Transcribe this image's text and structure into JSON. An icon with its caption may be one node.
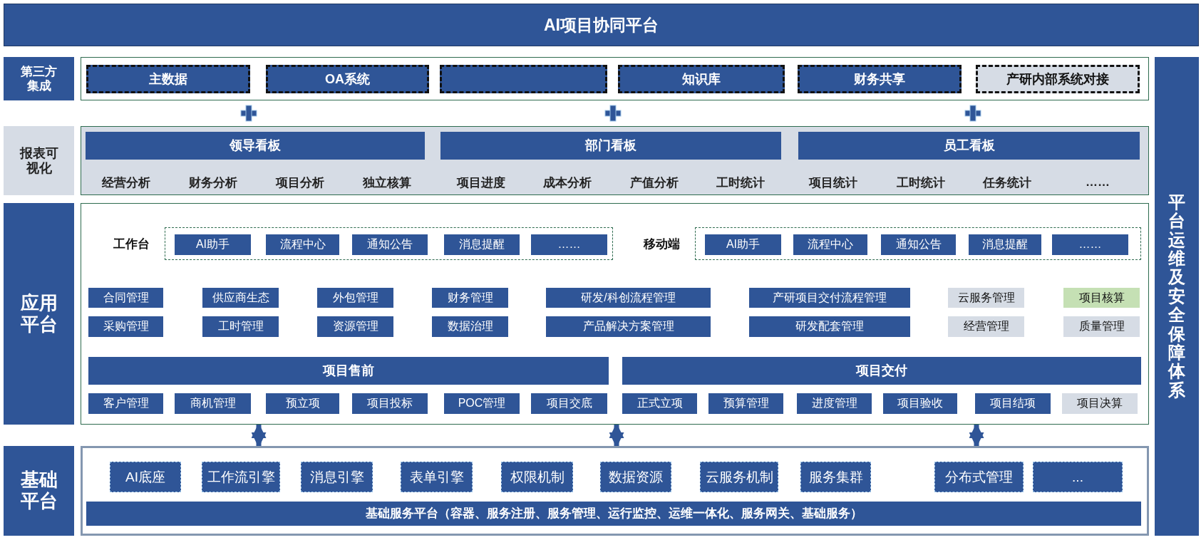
{
  "diagram": {
    "title": "AI项目协同平台",
    "nodes": [
      {
        "text": [
          "第三方集成"
        ]
      },
      {
        "text": [],
        "shape": "box"
      },
      {
        "text": [
          "主数据"
        ],
        "in": 1
      },
      {
        "text": [
          "OA系统"
        ],
        "in": 1
      },
      {
        "text": [],
        "shape": "box",
        "in": 1
      },
      {
        "text": [
          "知识库"
        ],
        "in": 1
      },
      {
        "text": [
          "财务共享"
        ],
        "in": 1
      },
      {
        "text": [
          "产研内部系统对接"
        ],
        "in": 1
      },
      {
        "text": [
          "报表可视化"
        ]
      },
      {
        "text": [],
        "shape": "box"
      },
      {
        "text": [
          "领导看板"
        ],
        "in": 9
      },
      {
        "text": [
          "部门看板"
        ],
        "in": 9
      },
      {
        "text": [
          "员工看板"
        ],
        "in": 9
      },
      {
        "text": [
          "应用平台"
        ]
      },
      {
        "text": [],
        "shape": "box"
      },
      {
        "text": [
          "工作台"
        ],
        "in": 14
      },
      {
        "text": [
          "AI助手"
        ],
        "in": 15
      },
      {
        "text": [
          "流程中心"
        ],
        "in": 15
      },
      {
        "text": [
          "通知公告"
        ],
        "in": 15
      },
      {
        "text": [
          "消息提醒"
        ],
        "in": 15
      },
      {
        "text": [
          "……"
        ],
        "in": 15
      },
      {
        "text": [
          "移动端"
        ],
        "in": 14
      },
      {
        "text": [
          "AI助手"
        ],
        "in": 21
      },
      {
        "text": [
          "流程中心"
        ],
        "in": 21
      },
      {
        "text": [
          "通知公告"
        ],
        "in": 21
      },
      {
        "text": [
          "消息提醒"
        ],
        "in": 21
      },
      {
        "text": [
          "……"
        ],
        "in": 21
      },
      {
        "text": [
          "合同管理"
        ],
        "in": 14
      },
      {
        "text": [
          "供应商生态"
        ],
        "in": 14
      },
      {
        "text": [
          "外包管理"
        ],
        "in": 14
      },
      {
        "text": [
          "财务管理"
        ],
        "in": 14
      },
      {
        "text": [
          "研发/科创流程管理"
        ],
        "in": 14
      },
      {
        "text": [
          "产研项目交付流程管理"
        ],
        "in": 14
      },
      {
        "text": [
          "云服务管理"
        ],
        "in": 14
      },
      {
        "text": [
          "项目核算"
        ],
        "in": 14
      },
      {
        "text": [
          "采购管理"
        ],
        "in": 14
      },
      {
        "text": [
          "工时管理"
        ],
        "in": 14
      },
      {
        "text": [
          "资源管理"
        ],
        "in": 14
      },
      {
        "text": [
          "数据治理"
        ],
        "in": 14
      },
      {
        "text": [
          "产品解决方案管理"
        ],
        "in": 14
      },
      {
        "text": [
          "研发配套管理"
        ],
        "in": 14
      },
      {
        "text": [
          "经营管理"
        ],
        "in": 14
      },
      {
        "text": [
          "质量管理"
        ],
        "in": 14
      },
      {
        "text": [
          "项目售前"
        ],
        "in": 14
      },
      {
        "text": [
          "项目交付"
        ],
        "in": 14
      },
      {
        "text": [
          "客户管理"
        ],
        "in": 14
      },
      {
        "text": [
          "商机管理"
        ],
        "in": 14
      },
      {
        "text": [
          "预立项"
        ],
        "in": 14
      },
      {
        "text": [
          "项目投标"
        ],
        "in": 14
      },
      {
        "text": [
          "POC管理"
        ],
        "in": 14
      },
      {
        "text": [
          "项目交底"
        ],
        "in": 14
      },
      {
        "text": [
          "正式立项"
        ],
        "in": 14
      },
      {
        "text": [
          "预算管理"
        ],
        "in": 14
      },
      {
        "text": [
          "进度管理"
        ],
        "in": 14
      },
      {
        "text": [
          "项目验收"
        ],
        "in": 14
      },
      {
        "text": [
          "项目结项"
        ],
        "in": 14
      },
      {
        "text": [
          "项目决算"
        ],
        "in": 14
      },
      {
        "text": [
          "基础平台"
        ]
      },
      {
        "text": [],
        "shape": "box"
      },
      {
        "text": [
          "AI底座"
        ],
        "in": 58
      },
      {
        "text": [
          "工作流引擎"
        ],
        "in": 58
      },
      {
        "text": [
          "消息引擎"
        ],
        "in": 58
      },
      {
        "text": [
          "表单引擎"
        ],
        "in": 58
      },
      {
        "text": [
          "权限机制"
        ],
        "in": 58
      },
      {
        "text": [
          "数据资源"
        ],
        "in": 58
      },
      {
        "text": [
          "云服务机制"
        ],
        "in": 58
      },
      {
        "text": [
          "服务集群"
        ],
        "in": 58
      },
      {
        "text": [
          "分布式管理"
        ],
        "in": 58
      },
      {
        "text": [
          "..."
        ],
        "in": 58
      },
      {
        "text": [
          "基础服务平台（容器、服务注册、服务管理、运行监控、运维一体化、服务网关、基础服务）"
        ],
        "in": 58
      },
      {
        "text": [
          "平台运维及安全保障体系"
        ]
      }
    ],
    "edges": [
      {
        "from": 14,
        "to": 58,
        "arrow": "both"
      },
      {
        "from": 14,
        "to": 58,
        "arrow": "both"
      },
      {
        "from": 14,
        "to": 58,
        "arrow": "both"
      }
    ],
    "labels": [
      "经营分析",
      "财务分析",
      "项目分析",
      "独立核算",
      "项目进度",
      "成本分析",
      "产值分析",
      "工时统计",
      "项目统计",
      "工时统计",
      "任务统计",
      "……"
    ]
  }
}
